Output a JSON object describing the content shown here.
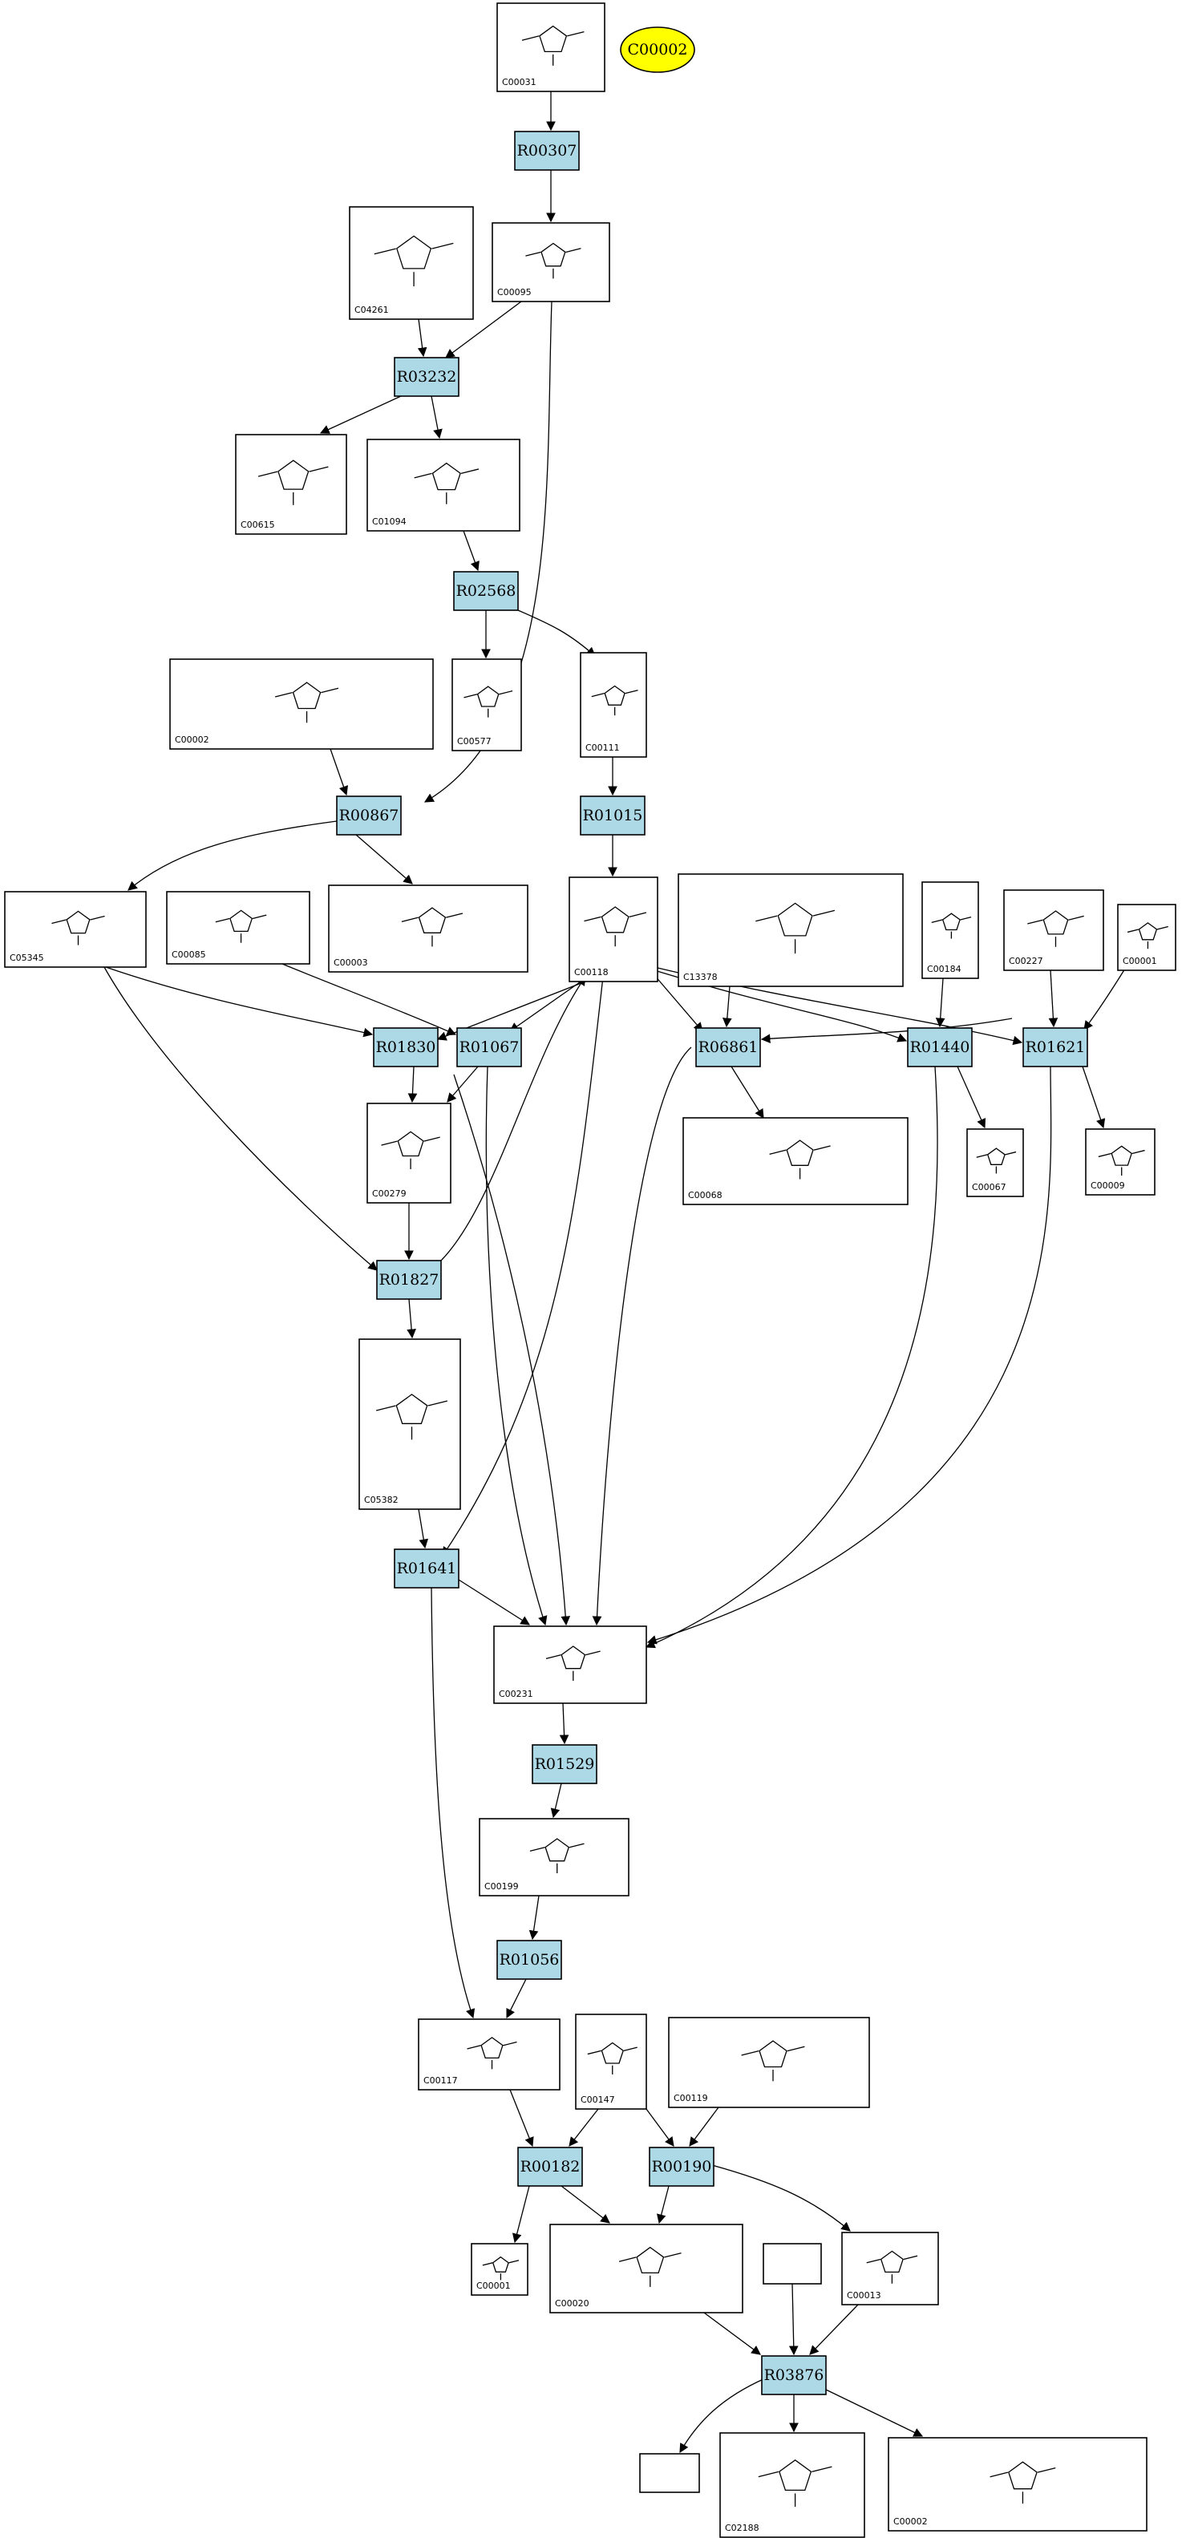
{
  "reactions": [
    "R00307",
    "R03232",
    "R02568",
    "R00867",
    "R01015",
    "R01830",
    "R01067",
    "R06861",
    "R01440",
    "R01621",
    "R01827",
    "R01641",
    "R01529",
    "R01056",
    "R00182",
    "R00190",
    "R03876"
  ],
  "compounds": [
    "C00031",
    "C00095",
    "C04261",
    "C00615",
    "C01094",
    "C00577",
    "C00111",
    "C00002",
    "C05345",
    "C00085",
    "C00003",
    "C00118",
    "C13378",
    "C00184",
    "C00227",
    "C00001",
    "C00279",
    "C00068",
    "C00067",
    "C00009",
    "C05382",
    "C00231",
    "C00199",
    "C00117",
    "C00147",
    "C00119",
    "C00001",
    "C00020",
    "C00013",
    "C02188",
    "C00002"
  ],
  "highlight": {
    "label": "C00002",
    "color": "#ffff00"
  },
  "colors": {
    "reaction_fill": "#add8e6",
    "compound_fill": "#ffffff",
    "edge": "#000000"
  }
}
